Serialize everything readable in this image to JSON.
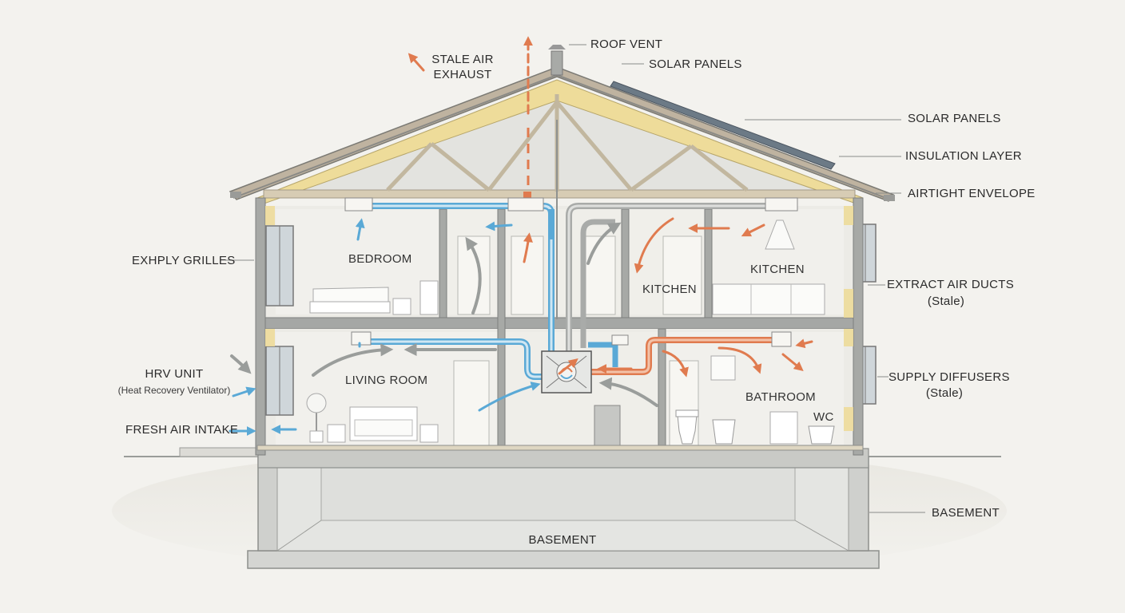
{
  "colors": {
    "background": "#f3f2ee",
    "supply_air": "#5aa9d6",
    "exhaust_air": "#e07b4f",
    "insulation": "#eedc9a",
    "structure": "#8d918f",
    "roof": "#8a8a86",
    "basement": "#d9dad7"
  },
  "labels": {
    "roof_vent": "ROOF VENT",
    "stale_air_exhaust_1": "STALE AIR",
    "stale_air_exhaust_2": "EXHAUST",
    "solar_panels_top": "SOLAR PANELS",
    "solar_panels_right": "SOLAR PANELS",
    "insulation_layer": "INSULATION LAYER",
    "airtight_envelope": "AIRTIGHT ENVELOPE",
    "exhply_grilles": "EXHPLY GRILLES",
    "extract_air_ducts": "EXTRACT AIR DUCTS",
    "extract_air_ducts_sub": "(Stale)",
    "hrv_unit": "HRV UNIT",
    "hrv_unit_sub": "(Heat Recovery Ventilator)",
    "supply_diffusers": "SUPPLY DIFFUSERS",
    "supply_diffusers_sub": "(Stale)",
    "fresh_air_intake": "FRESH AIR INTAKE",
    "basement_right": "BASEMENT",
    "basement_center": "BASEMENT"
  },
  "rooms": {
    "bedroom": "BEDROOM",
    "kitchen_left": "KITCHEN",
    "kitchen_right": "KITCHEN",
    "living_room": "LIVING ROOM",
    "bathroom": "BATHROOM",
    "wc": "WC"
  }
}
